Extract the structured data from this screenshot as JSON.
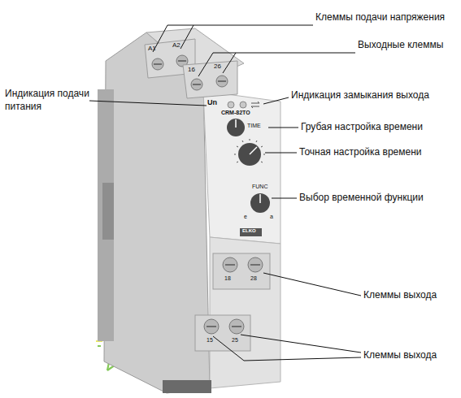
{
  "diagram": {
    "labels": [
      "Клеммы подачи напряжения",
      "Выходные клеммы",
      "Индикация подачи питания",
      "Индикация замыкания выхода",
      "Грубая настройка времени",
      "Точная настройка времени",
      "Выбор временной функции",
      "Клеммы выхода",
      "Клеммы выхода",
      "A1",
      "A2",
      "16",
      "26",
      "Un",
      "CRM-82TO",
      "TIME",
      "FUNC",
      "e",
      "a",
      "18",
      "28",
      "15",
      "25",
      "ELKO"
    ]
  }
}
